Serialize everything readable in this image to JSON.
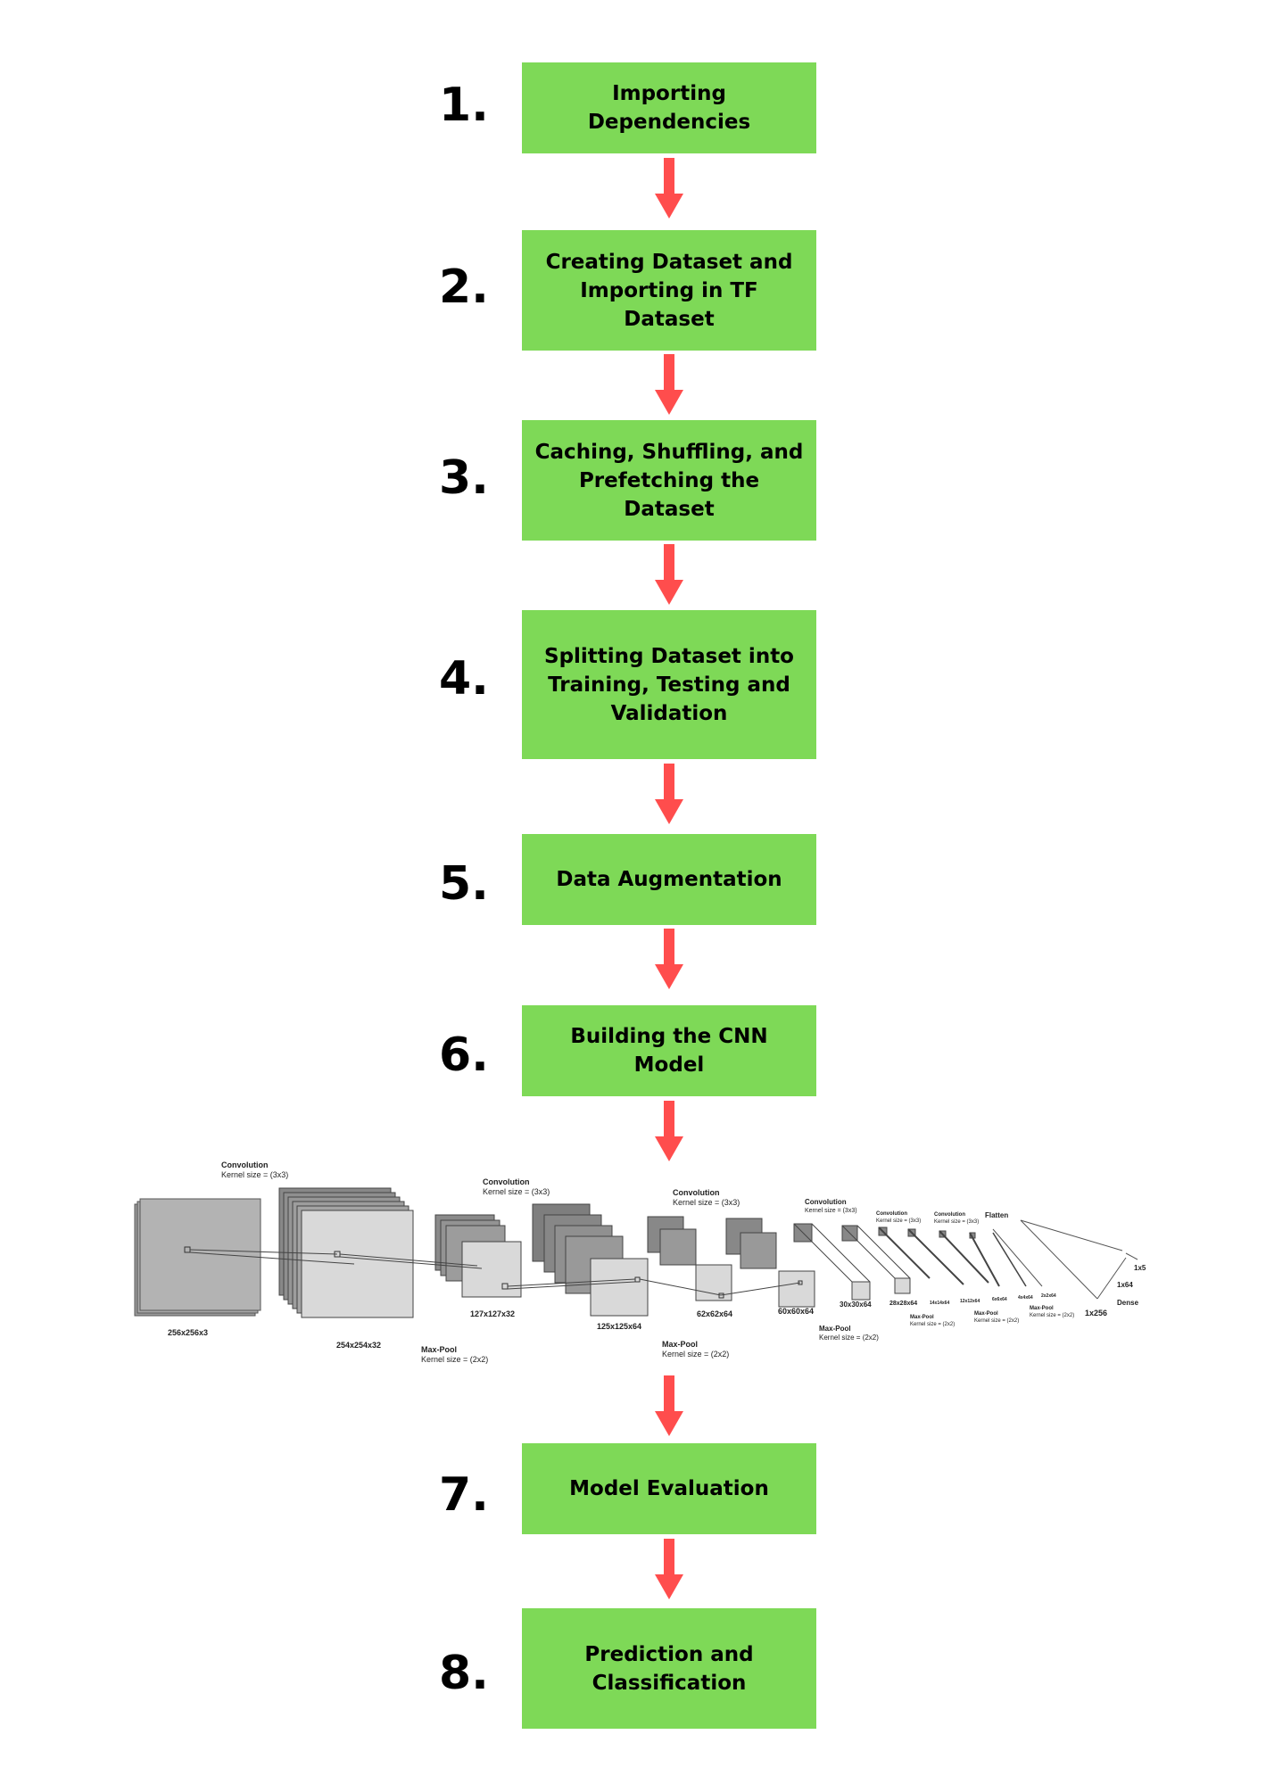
{
  "steps": [
    {
      "number": "1.",
      "label": "Importing Dependencies"
    },
    {
      "number": "2.",
      "label": "Creating Dataset and\nImporting in TF Dataset"
    },
    {
      "number": "3.",
      "label": "Caching, Shuffling, and\nPrefetching the Dataset"
    },
    {
      "number": "4.",
      "label": "Splitting Dataset into\nTraining, Testing and\nValidation"
    },
    {
      "number": "5.",
      "label": "Data Augmentation"
    },
    {
      "number": "6.",
      "label": "Building the CNN Model"
    },
    {
      "number": "7.",
      "label": "Model Evaluation"
    },
    {
      "number": "8.",
      "label": "Prediction and\nClassification"
    }
  ],
  "colors": {
    "box": "#7ed957",
    "arrow": "#ff4d4d"
  },
  "cnn": {
    "conv_title": "Convolution",
    "conv_kernel": "Kernel size = (3x3)",
    "pool_title": "Max-Pool",
    "pool_kernel": "Kernel size = (2x2)",
    "flatten": "Flatten",
    "dense": "Dense",
    "dims": [
      "256x256x3",
      "254x254x32",
      "127x127x32",
      "125x125x64",
      "62x62x64",
      "60x60x64",
      "30x30x64",
      "28x28x64",
      "1x256",
      "1x64",
      "1x5"
    ],
    "small_dims": [
      "14x14x64",
      "12x12x64",
      "6x6x64",
      "4x4x64",
      "2x2x64"
    ]
  }
}
